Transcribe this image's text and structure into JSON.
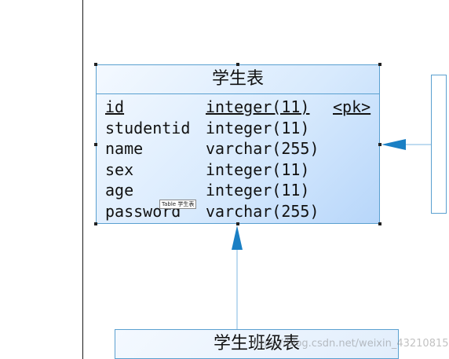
{
  "entity": {
    "title": "学生表",
    "fields": [
      {
        "name": "id",
        "type": "integer(11)",
        "key": "<pk>",
        "primary": true
      },
      {
        "name": "studentid",
        "type": "integer(11)",
        "key": "",
        "primary": false
      },
      {
        "name": "name",
        "type": "varchar(255)",
        "key": "",
        "primary": false
      },
      {
        "name": "sex",
        "type": "integer(11)",
        "key": "",
        "primary": false
      },
      {
        "name": "age",
        "type": "integer(11)",
        "key": "",
        "primary": false
      },
      {
        "name": "password",
        "type": "varchar(255)",
        "key": "",
        "primary": false
      }
    ],
    "tooltip": "Table 学生表"
  },
  "related_entity": {
    "title": "学生班级表"
  },
  "watermark": "https://blog.csdn.net/weixin_43210815",
  "colors": {
    "border": "#5aa0d0",
    "arrow": "#1a7fc4",
    "line": "#7fb7e0"
  }
}
